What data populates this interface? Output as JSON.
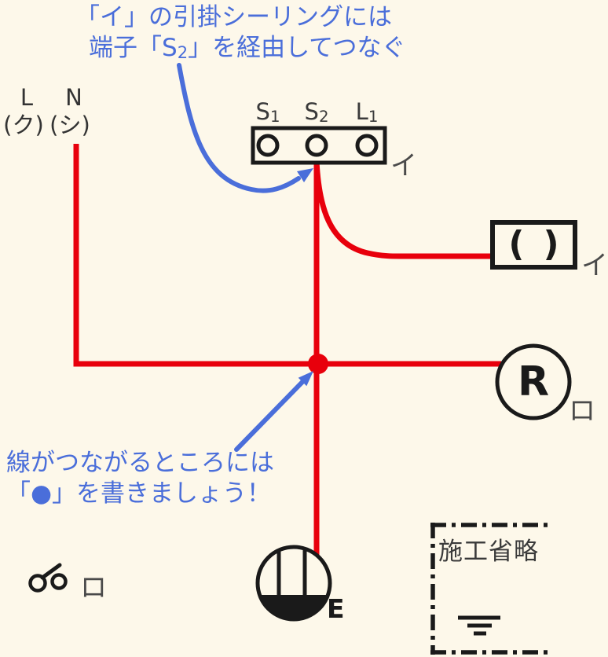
{
  "colors": {
    "background": "#FDF8EA",
    "wire_red": "#E8000C",
    "annotation_blue": "#4A6EDA",
    "symbol_black": "#1A1A1A",
    "label_gray": "#4A4A4A"
  },
  "annotations": {
    "top": {
      "line1": "「イ」の引掛シーリングには",
      "line2_pre": "端子「S",
      "line2_sub": "2",
      "line2_post": "」を経由してつなぐ"
    },
    "junction": {
      "line1": "線がつながるところには",
      "line2": "「●」を書きましょう！"
    }
  },
  "source": {
    "live": "L",
    "live_kana": "(ク)",
    "neutral": "N",
    "neutral_kana": "(シ)"
  },
  "terminal_block": {
    "terminals": [
      {
        "base": "S",
        "sub": "1"
      },
      {
        "base": "S",
        "sub": "2"
      },
      {
        "base": "L",
        "sub": "1"
      }
    ],
    "circuit_label": "イ"
  },
  "ceiling_box": {
    "paren_left": "(",
    "paren_right": ")",
    "circuit_label": "イ"
  },
  "r_device": {
    "letter": "R",
    "circuit_label": "ロ"
  },
  "outlet": {
    "earth_label": "E"
  },
  "switch": {
    "circuit_label": "ロ"
  },
  "omitted_box": {
    "title": "施工省略"
  }
}
